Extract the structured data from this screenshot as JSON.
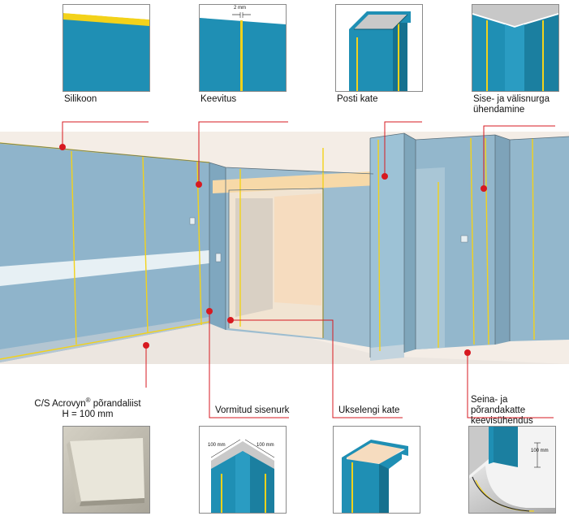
{
  "top_details": [
    {
      "id": "silikoon",
      "label": "Silikoon"
    },
    {
      "id": "keevitus",
      "label": "Keevitus",
      "dimension": "2 mm"
    },
    {
      "id": "posti-kate",
      "label": "Posti kate"
    },
    {
      "id": "nurga",
      "label": "Sise- ja välisnurga ühendamine"
    }
  ],
  "bottom_details": [
    {
      "id": "porandaliist",
      "label_line1": "C/S Acrovyn",
      "label_mark": "®",
      "label_line1_tail": " põrandaliist",
      "label_line2": "H = 100 mm"
    },
    {
      "id": "sisenurk",
      "label": "Vormitud sisenurk",
      "dim_left": "100 mm",
      "dim_right": "100 mm"
    },
    {
      "id": "ukselengi",
      "label": "Ukselengi kate"
    },
    {
      "id": "keevisuhendus",
      "label": "Seina- ja põrandakatte keevisühendus",
      "dimension": "100 mm"
    }
  ],
  "colors": {
    "panel_blue": "#1f8fb4",
    "panel_light": "#8fb6cc",
    "weld_yellow": "#f3d21a",
    "pin_red": "#d71920",
    "leader": "#d71920"
  }
}
